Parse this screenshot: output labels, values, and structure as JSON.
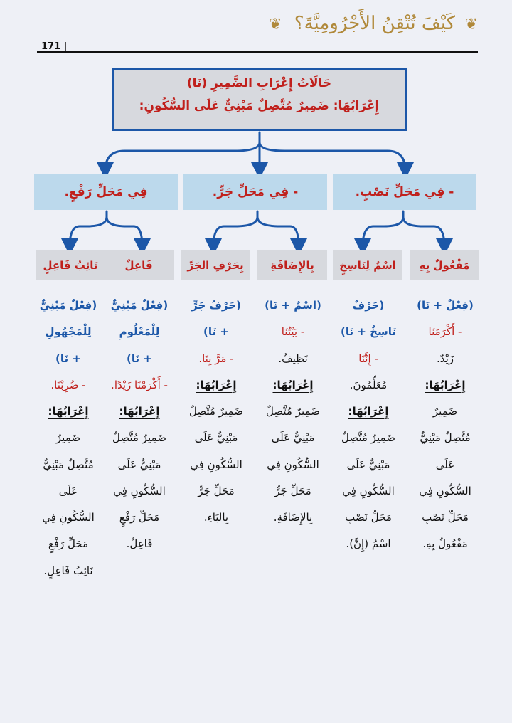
{
  "header": {
    "title": "كَيْفَ تُتْقِنُ الأَجْرُومِيَّةَ؟",
    "page_number": "171 |",
    "ornament_icon": "wheat-ornament"
  },
  "main_box": {
    "title": "حَالَاتُ إِعْرَابِ الضَّمِيرِ (نَا)",
    "description": "إِعْرَابُهَا: ضَمِيرٌ مُتَّصِلٌ مَبْنِيٌّ عَلَى السُّكُونِ:"
  },
  "cases": [
    {
      "label": "- فِي مَحَلِّ نَصْبٍ."
    },
    {
      "label": "- فِي مَحَلِّ جَرٍّ."
    },
    {
      "label": "فِي مَحَلِّ رَفْعٍ."
    }
  ],
  "subcases": [
    {
      "label": "مَفْعُولٌ بِهِ"
    },
    {
      "label": "اسْمٌ لِنَاسِخٍ"
    },
    {
      "label": "بِالإِضَافَةِ"
    },
    {
      "label": "بِحَرْفِ الجَرِّ"
    },
    {
      "label": "فَاعِلٌ"
    },
    {
      "label": "نَائِبُ فَاعِلٍ"
    }
  ],
  "columns": [
    {
      "formula": [
        "(فِعْلٌ + نَا)"
      ],
      "example": "- أَكْرَمَنَا",
      "example_rest": [
        "زَيْدٌ."
      ],
      "irab_label": "إِعْرَابُهَا:",
      "irab": [
        "ضَمِيرٌ",
        "مُتَّصِلٌ مَبْنِيٌّ",
        "عَلَى",
        "السُّكُونِ فِي",
        "مَحَلِّ نَصْبِ",
        "مَفْعُولٌ بِهِ."
      ]
    },
    {
      "formula": [
        "(حَرْفٌ",
        "نَاسِخٌ + نَا)"
      ],
      "example": "- إِنَّنَا",
      "example_rest": [
        "مُعَلِّمُونَ."
      ],
      "irab_label": "إِعْرَابُهَا:",
      "irab": [
        "ضَمِيرٌ مُتَّصِلٌ",
        "مَبْنِيٌّ عَلَى",
        "السُّكُونِ فِي",
        "مَحَلِّ نَصْبِ",
        "اسْمُ (إِنَّ)."
      ]
    },
    {
      "formula": [
        "(اسْمٌ + نَا)"
      ],
      "example": "- بَيْتُنَا",
      "example_rest": [
        "نَظِيفٌ."
      ],
      "irab_label": "إِعْرَابُهَا:",
      "irab": [
        "ضَمِيرٌ مُتَّصِلٌ",
        "مَبْنِيٌّ عَلَى",
        "السُّكُونِ فِي",
        "مَحَلِّ جَرٍّ",
        "بِالإِضَافَةِ."
      ]
    },
    {
      "formula": [
        "(حَرْفُ جَرٍّ",
        "+ نَا)"
      ],
      "example": "- مَرَّ بِنَا.",
      "example_rest": [],
      "irab_label": "إِعْرَابُهَا:",
      "irab": [
        "ضَمِيرٌ مُتَّصِلٌ",
        "مَبْنِيٌّ عَلَى",
        "السُّكُونِ فِي",
        "مَحَلِّ جَرٍّ",
        "بِالبَاءِ."
      ]
    },
    {
      "formula": [
        "(فِعْلٌ مَبْنِيٌّ",
        "لِلْمَعْلُومِ",
        "+ نَا)"
      ],
      "example": "- أَكْرَمْنَا زَيْدًا.",
      "example_rest": [],
      "irab_label": "إِعْرَابُهَا:",
      "irab": [
        "ضَمِيرٌ مُتَّصِلٌ",
        "مَبْنِيٌّ عَلَى",
        "السُّكُونِ فِي",
        "مَحَلِّ رَفْعٍ",
        "فَاعِلٌ."
      ]
    },
    {
      "formula": [
        "(فِعْلٌ مَبْنِيٌّ",
        "لِلْمَجْهُولِ",
        "+ نَا)"
      ],
      "example": "- ضُرِبْنَا.",
      "example_rest": [],
      "irab_label": "إِعْرَابُهَا:",
      "irab": [
        "ضَمِيرٌ",
        "مُتَّصِلٌ مَبْنِيٌّ",
        "عَلَى",
        "السُّكُونِ فِي",
        "مَحَلِّ رَفْعٍ",
        "نَائِبُ فَاعِلٍ."
      ]
    }
  ]
}
